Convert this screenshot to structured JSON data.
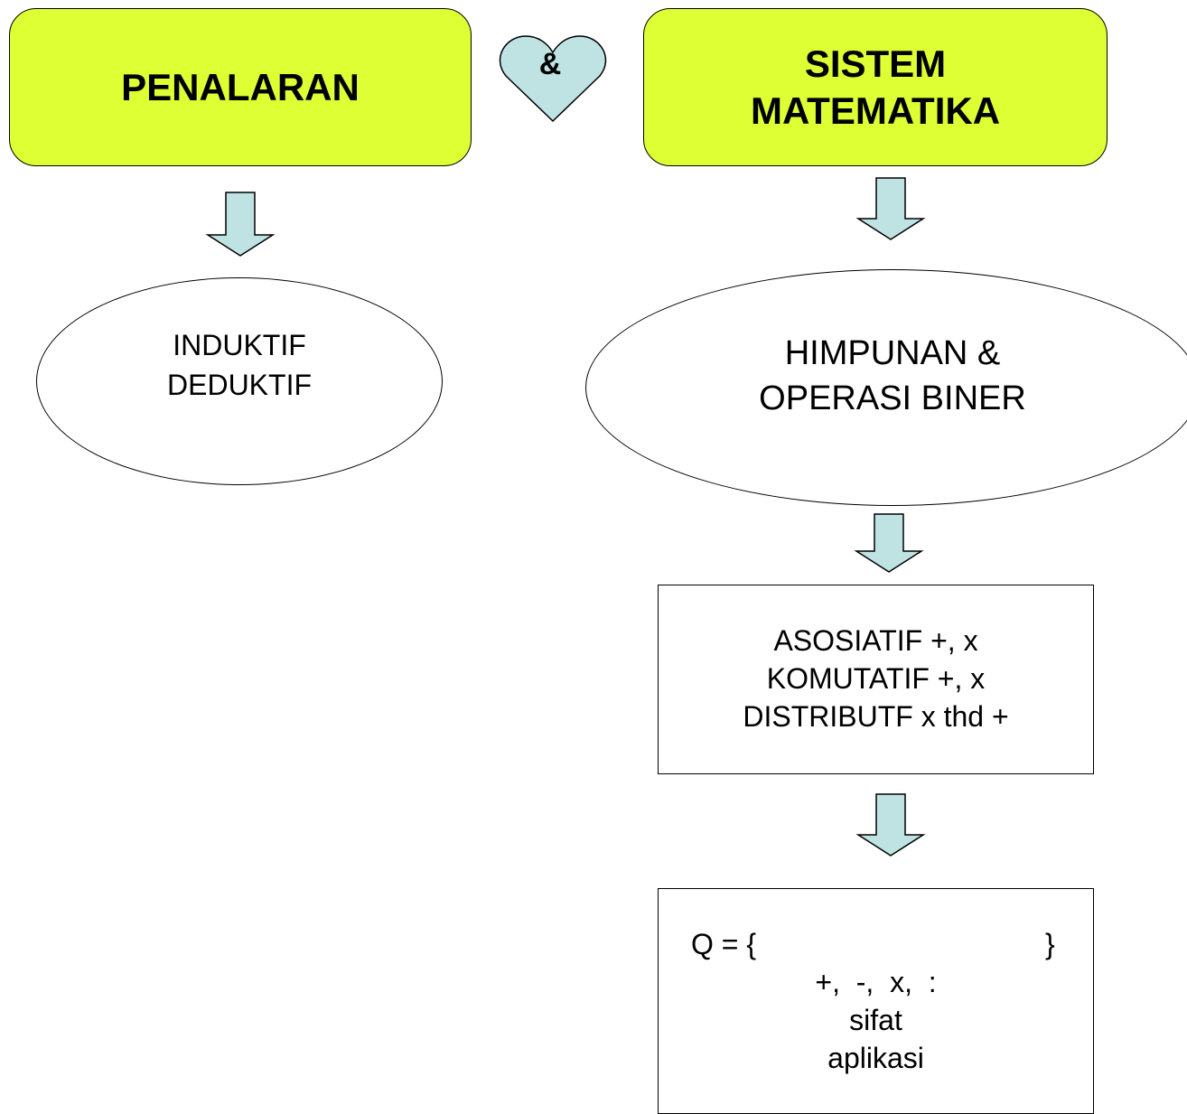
{
  "header": {
    "left_title": "PENALARAN",
    "connector": "&",
    "right_title_line1": "SISTEM",
    "right_title_line2": "MATEMATIKA"
  },
  "left_branch": {
    "ellipse_line1": "INDUKTIF",
    "ellipse_line2": "DEDUKTIF"
  },
  "right_branch": {
    "ellipse_line1": "HIMPUNAN &",
    "ellipse_line2": "OPERASI BINER",
    "properties": [
      "ASOSIATIF +, x",
      "KOMUTATIF +, x",
      "DISTRIBUTF x thd +"
    ],
    "q_box": {
      "set_open": "Q = {",
      "set_close": "}",
      "operations": "+,  -,  x,  :",
      "line_sifat": "sifat",
      "line_aplikasi": "aplikasi"
    }
  },
  "colors": {
    "title_fill": "#ddff33",
    "arrow_fill": "#bfe3e3",
    "heart_fill": "#bfe3e3"
  }
}
